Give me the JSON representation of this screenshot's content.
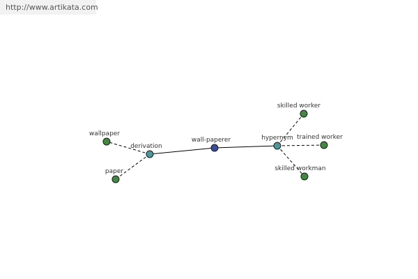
{
  "site": {
    "url_text": "http://www.artikata.com"
  },
  "colors": {
    "center": "#3b4a9c",
    "hub": "#4a9a9a",
    "leaf": "#3f8a3f",
    "edge": "#000000",
    "background": "#ffffff"
  },
  "graph": {
    "nodes": [
      {
        "id": "wall-paperer",
        "label": "wall-paperer",
        "kind": "center"
      },
      {
        "id": "derivation",
        "label": "derivation",
        "kind": "hub"
      },
      {
        "id": "hypernym",
        "label": "hypernym",
        "kind": "hub"
      },
      {
        "id": "wallpaper",
        "label": "wallpaper",
        "kind": "leaf"
      },
      {
        "id": "paper",
        "label": "paper",
        "kind": "leaf"
      },
      {
        "id": "skilled-worker",
        "label": "skilled worker",
        "kind": "leaf"
      },
      {
        "id": "trained-worker",
        "label": "trained worker",
        "kind": "leaf"
      },
      {
        "id": "skilled-workman",
        "label": "skilled workman",
        "kind": "leaf"
      }
    ],
    "edges": [
      {
        "from": "wall-paperer",
        "to": "derivation",
        "style": "solid"
      },
      {
        "from": "wall-paperer",
        "to": "hypernym",
        "style": "solid"
      },
      {
        "from": "derivation",
        "to": "wallpaper",
        "style": "dashed"
      },
      {
        "from": "derivation",
        "to": "paper",
        "style": "dashed"
      },
      {
        "from": "hypernym",
        "to": "skilled-worker",
        "style": "dashed"
      },
      {
        "from": "hypernym",
        "to": "trained-worker",
        "style": "dashed"
      },
      {
        "from": "hypernym",
        "to": "skilled-workman",
        "style": "dashed"
      }
    ]
  }
}
